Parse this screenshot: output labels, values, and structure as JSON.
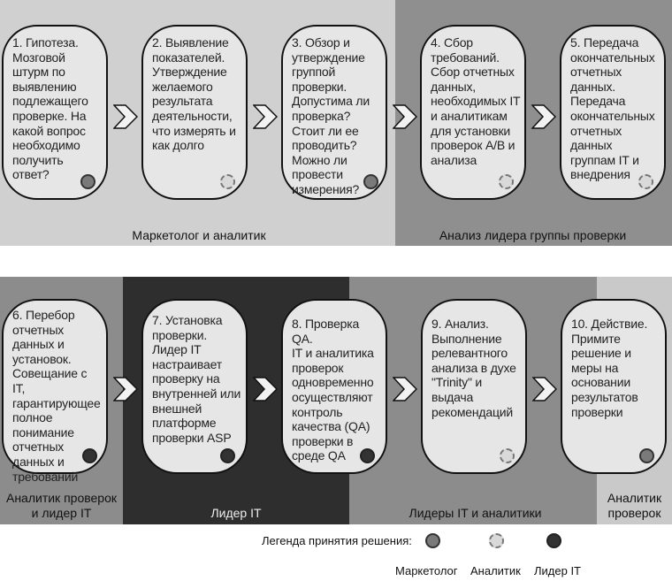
{
  "lanes_top": [
    {
      "label": "Маркетолог и аналитик",
      "color": "#d0d0d0"
    },
    {
      "label": "Анализ лидера группы проверки",
      "color": "#8f8f8f"
    }
  ],
  "lanes_bottom": [
    {
      "label": "Аналитик проверок\nи лидер IT",
      "color": "#8c8c8c"
    },
    {
      "label": "Лидер IT",
      "color": "#2e2e2e"
    },
    {
      "label": "Лидеры IT и аналитики",
      "color": "#8c8c8c"
    },
    {
      "label": "Аналитик\nпроверок",
      "color": "#c9c9c9"
    }
  ],
  "steps": [
    {
      "text": "1. Гипотеза.\nМозговой\nштурм по\nвыявлению\nподлежащего\nпроверке. На\nкакой вопрос\nнеобходимо\nполучить\nответ?",
      "decider": "marketer"
    },
    {
      "text": "2. Выявление\nпоказателей.\nУтверждение\nжелаемого\nрезультата\nдеятельности,\nчто измерять и\nкак долго",
      "decider": "analyst"
    },
    {
      "text": "3. Обзор и\nутверждение\nгруппой\nпроверки.\nДопустима ли\nпроверка?\nСтоит ли ее\nпроводить?\nМожно ли\nпровести\nизмерения?",
      "decider": "marketer"
    },
    {
      "text": "4. Сбор\nтребований.\nСбор отчетных\nданных,\nнеобходимых IT\nи аналитикам\nдля установки\nпроверок А/В и\nанализа",
      "decider": "analyst"
    },
    {
      "text": "5. Передача\nокончательных\nотчетных\nданных.\nПередача\nокончательных\nотчетных\nданных\nгруппам IT и\nвнедрения",
      "decider": "analyst"
    },
    {
      "text": "6. Перебор\nотчетных\nданных и\nустановок.\nСовещание с IT,\nгарантирующее\nполное\nпонимание\nотчетных\nданных и\nтребований",
      "decider": "it"
    },
    {
      "text": "7. Установка\nпроверки.\nЛидер IT\nнастраивает\nпроверку на\nвнутренней или\nвнешней\nплатформе\nпроверки ASP",
      "decider": "it"
    },
    {
      "text": "8. Проверка QA.\nIT и аналитика\nпроверок\nодновременно\nосуществляют\nконтроль\nкачества (QA)\nпроверки в\nсреде QA",
      "decider": "it"
    },
    {
      "text": "9. Анализ.\nВыполнение\nрелевантного\nанализа в духе\n\"Trinity\" и\nвыдача\nрекомендаций",
      "decider": "analyst"
    },
    {
      "text": "10. Действие.\nПримите\nрешение и\nмеры на\nосновании\nрезультатов\nпроверки",
      "decider": "marketer"
    }
  ],
  "legend": {
    "title": "Легенда принятия решения:",
    "items": [
      {
        "label": "Маркетолог",
        "type": "marketer"
      },
      {
        "label": "Аналитик",
        "type": "analyst"
      },
      {
        "label": "Лидер IT",
        "type": "it"
      }
    ]
  }
}
